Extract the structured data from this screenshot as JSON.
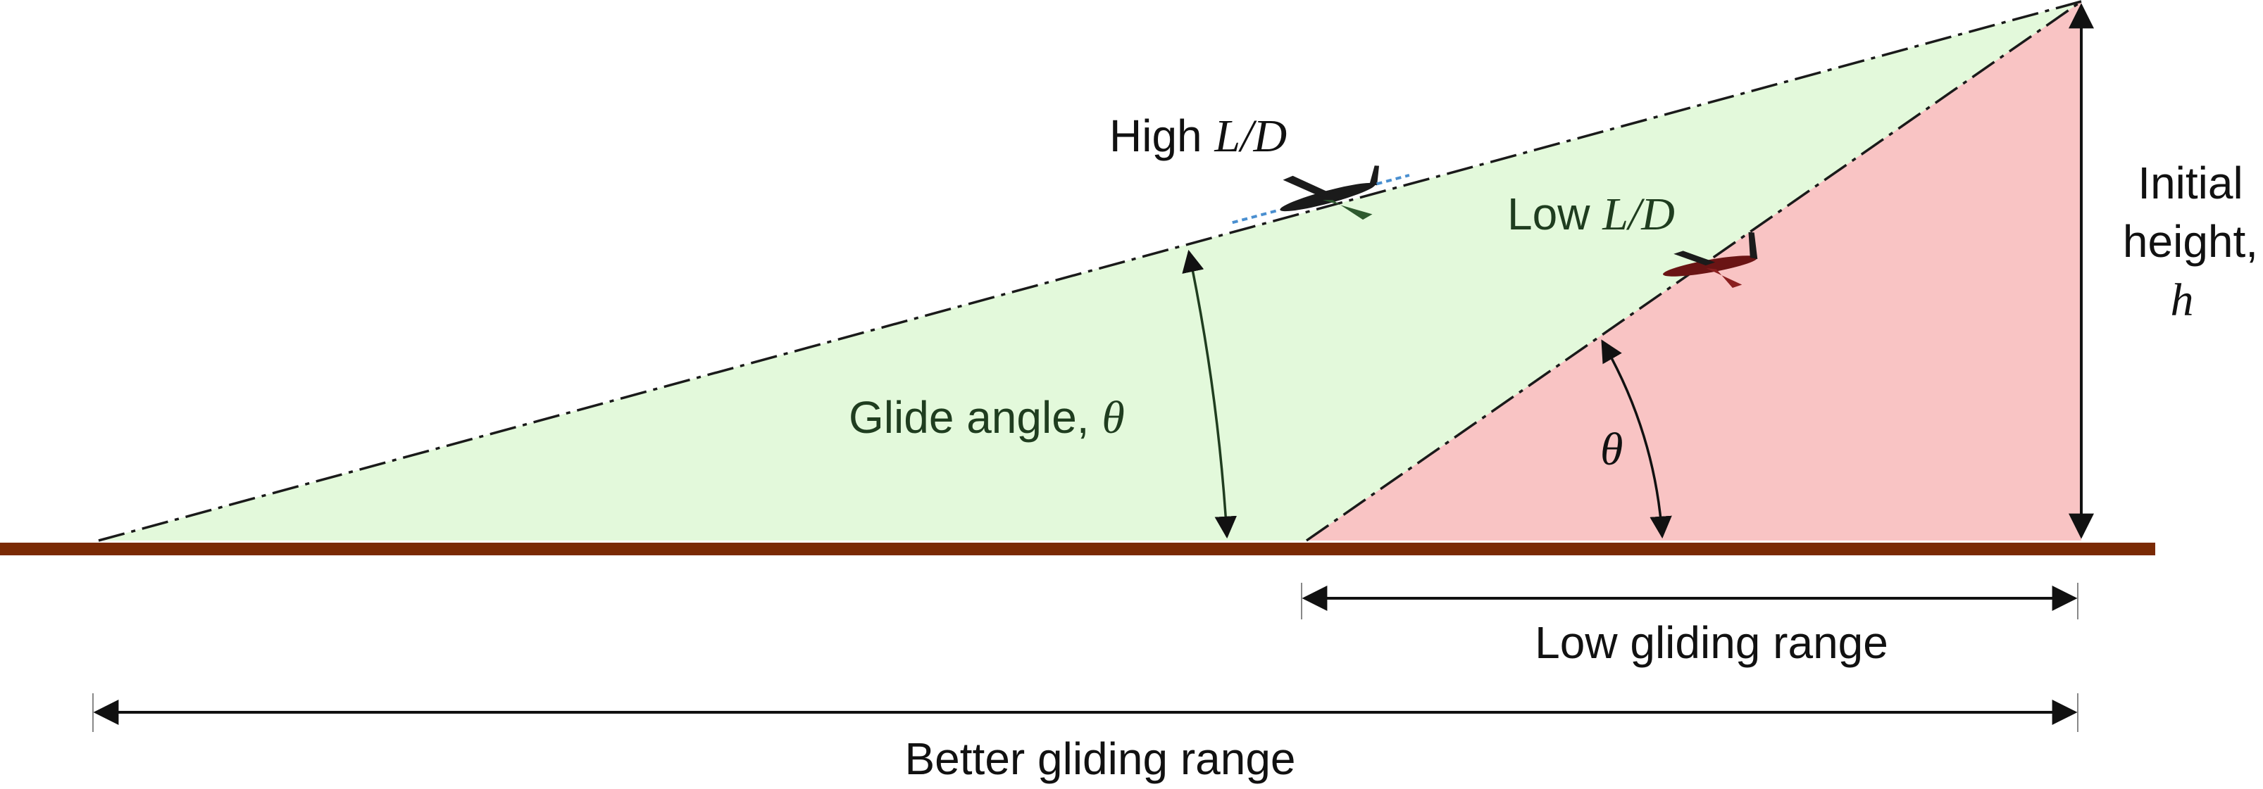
{
  "labels": {
    "high_ld_prefix": "High ",
    "high_ld_symbol": "L/D",
    "low_ld_prefix": "Low ",
    "low_ld_symbol": "L/D",
    "glide_angle_prefix": "Glide angle, ",
    "theta": "θ",
    "theta_small": "θ",
    "initial_height_line1": "Initial",
    "initial_height_line2": "height,",
    "initial_height_symbol": "h",
    "low_range": "Low gliding range",
    "better_range": "Better gliding range"
  },
  "colors": {
    "high_ld_region": "#e3f9db",
    "low_ld_region": "#f9c4c4",
    "ground": "#7a2a05",
    "glide_path": "#1a1a1a",
    "dimension_arrows": "#111111",
    "glider_body": "#1b1b1b",
    "glider_wing": "#2f5a2f",
    "glider_wing_red": "#8a1f1f"
  },
  "icons": {
    "high_ld_glider": "glider-icon",
    "low_ld_glider": "glider-icon"
  }
}
